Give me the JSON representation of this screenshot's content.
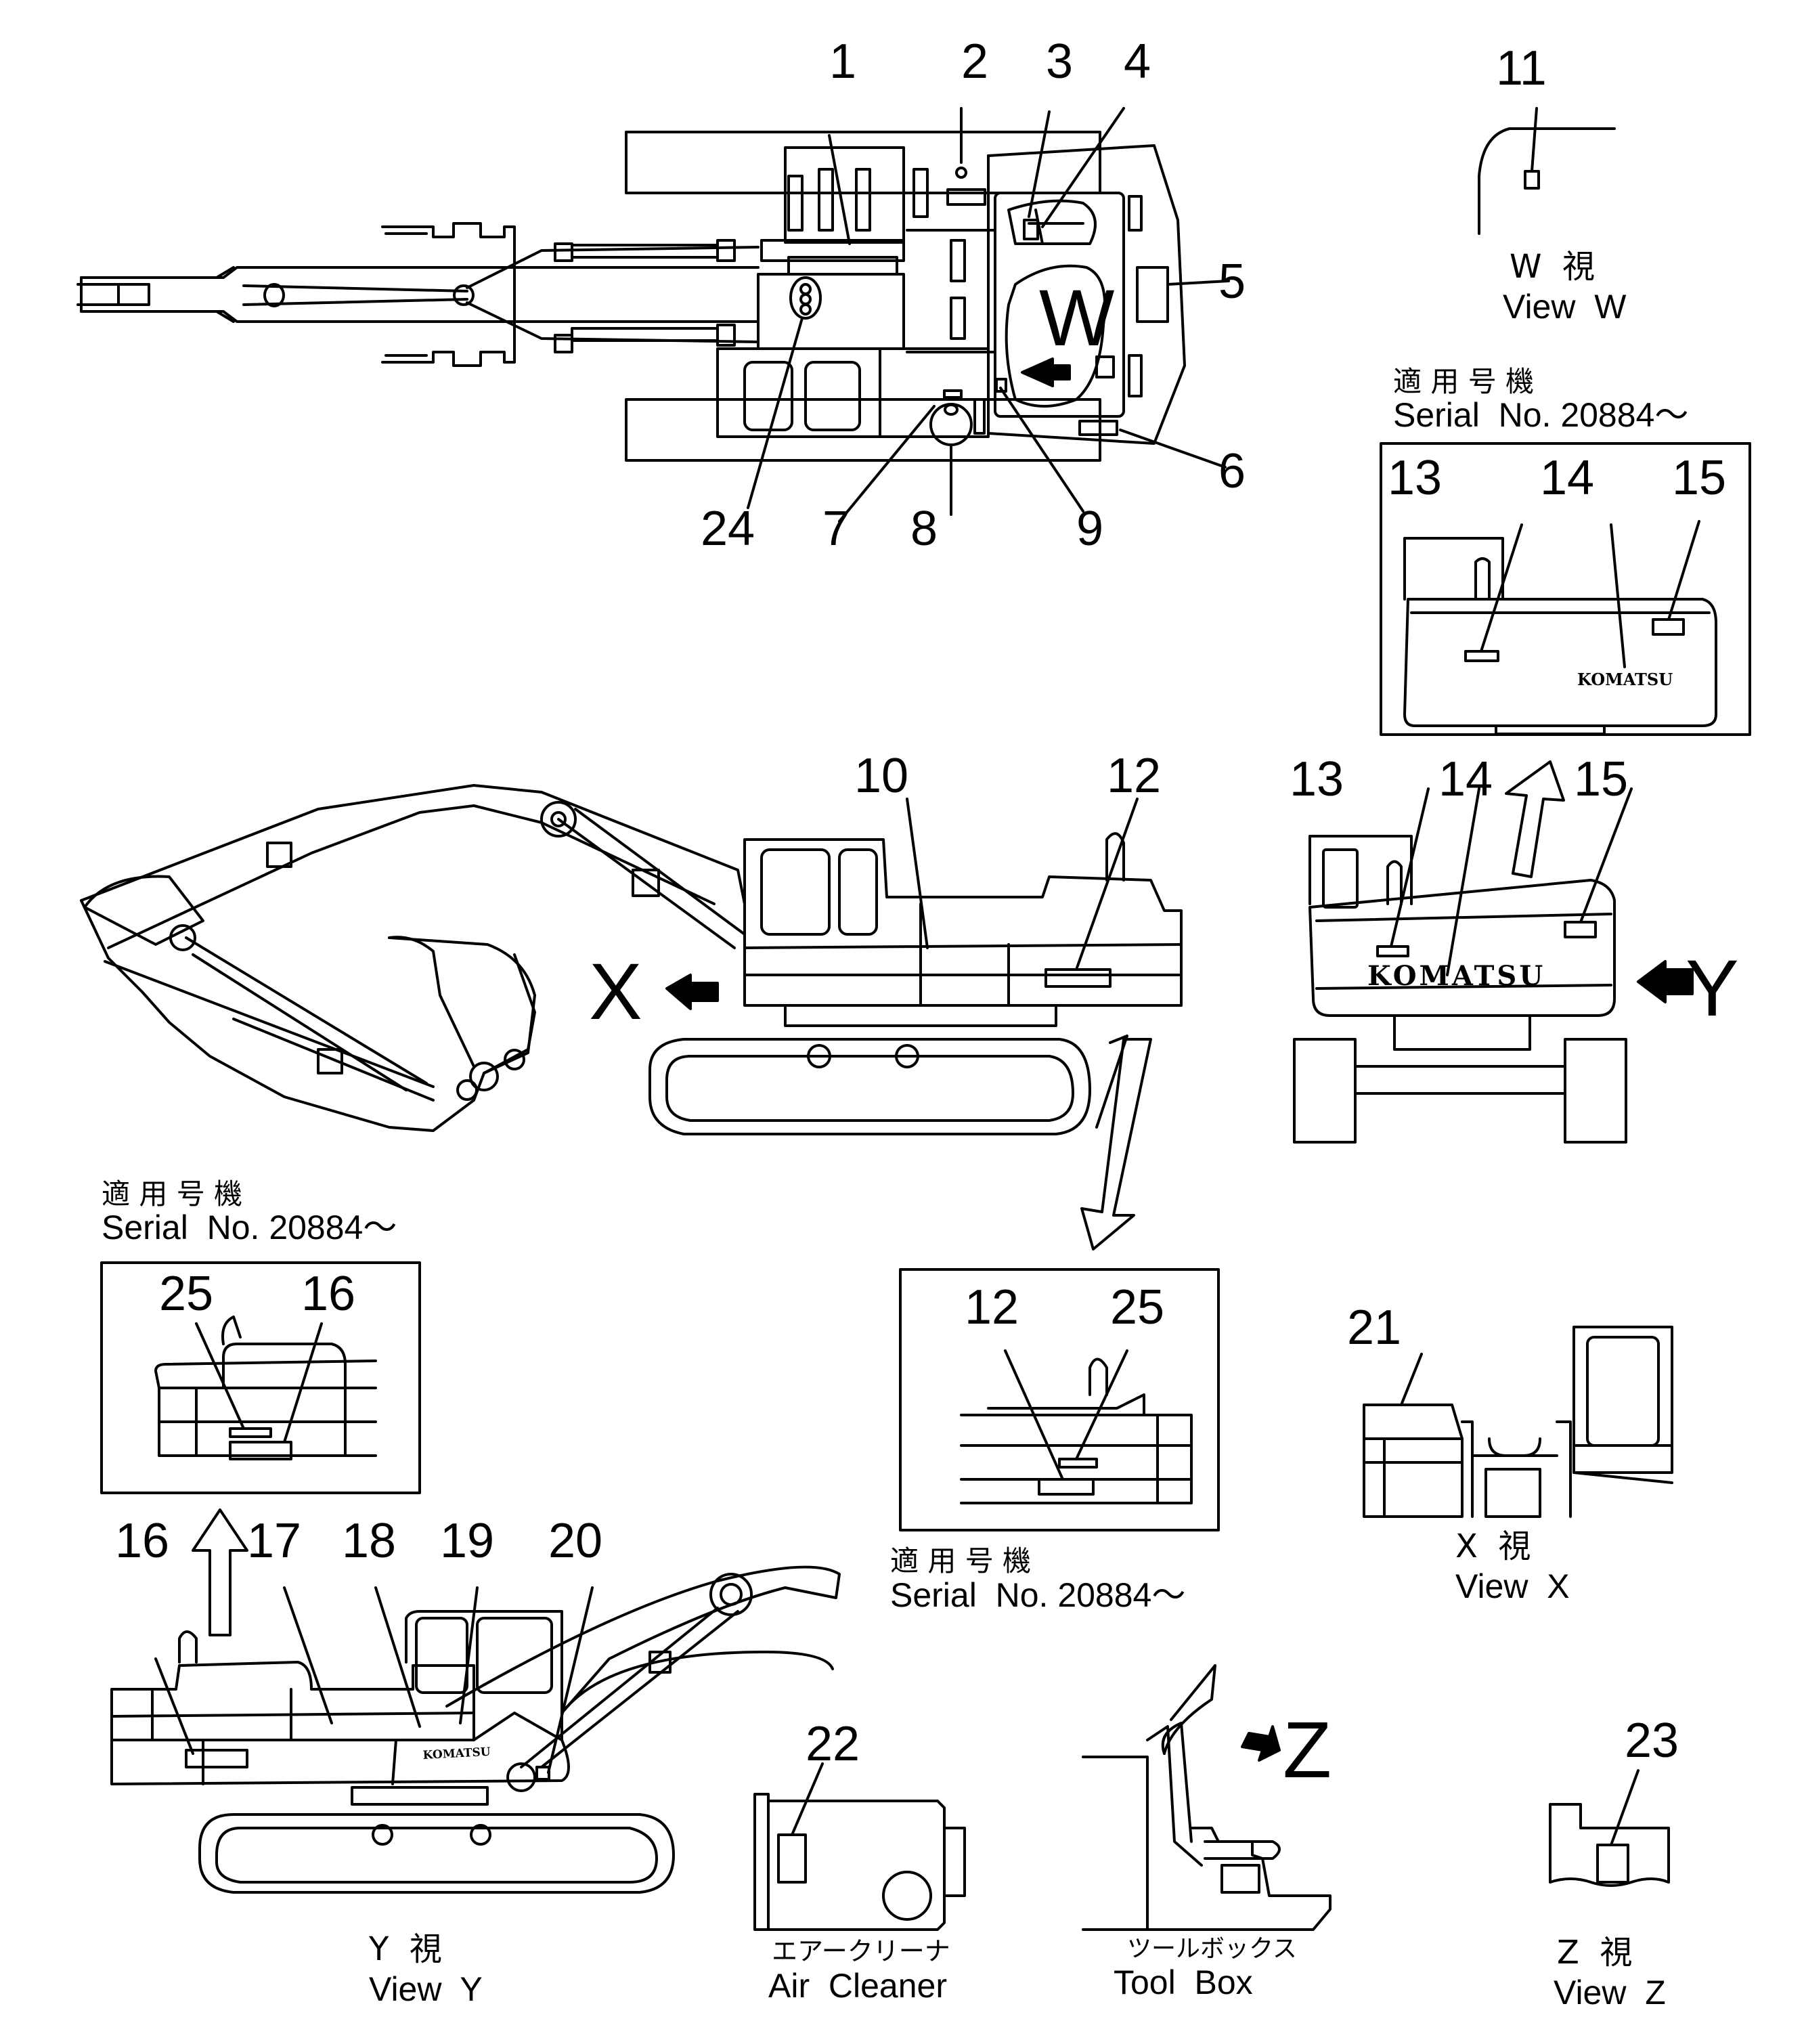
{
  "diagram": {
    "callouts": [
      "1",
      "2",
      "3",
      "4",
      "5",
      "6",
      "7",
      "8",
      "9",
      "10",
      "11",
      "12",
      "13",
      "14",
      "15",
      "16",
      "17",
      "18",
      "19",
      "20",
      "21",
      "22",
      "23",
      "24",
      "25"
    ],
    "view_letters": {
      "w": "W",
      "x": "X",
      "y": "Y",
      "z": "Z"
    },
    "logo": "KOMATSU",
    "serial_jp": "適 用 号 機",
    "serial_text": "Serial  No. 20884～",
    "views": {
      "w_jp": "W  視",
      "w_en": "View  W",
      "x_jp": "X  視",
      "x_en": "View  X",
      "y_jp": "Y  視",
      "y_en": "View  Y",
      "z_jp": "Z  視",
      "z_en": "View  Z"
    },
    "air_cleaner_jp": "エアークリーナ",
    "air_cleaner_en": "Air  Cleaner",
    "tool_box_jp": "ツールボックス",
    "tool_box_en": "Tool  Box"
  }
}
